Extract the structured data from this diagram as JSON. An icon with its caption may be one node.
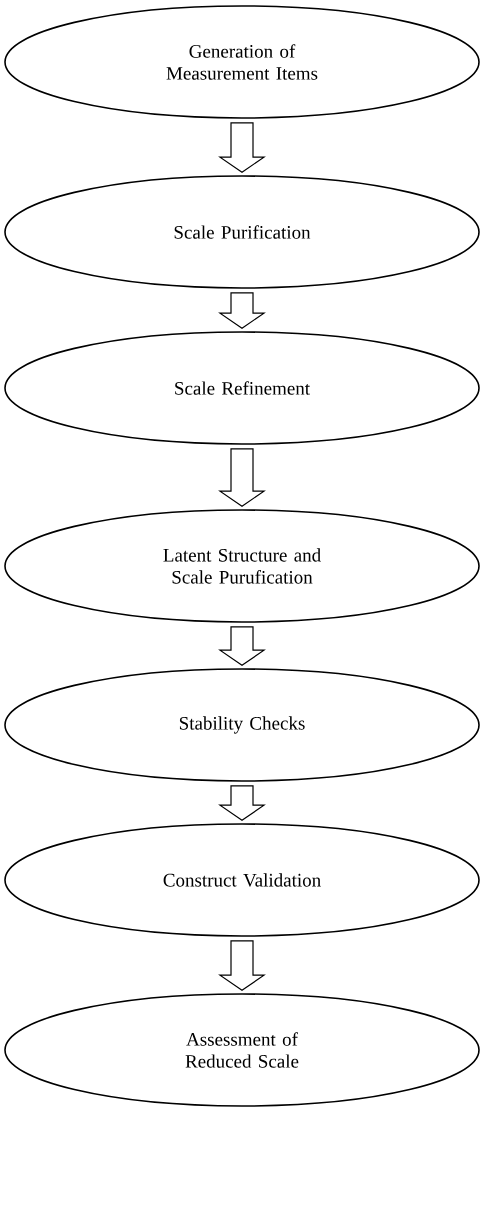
{
  "diagram": {
    "nodes": [
      {
        "text": [
          "Generation of Measurement Items"
        ]
      },
      {
        "text": [
          "Scale Purification"
        ]
      },
      {
        "text": [
          "Scale Refinement"
        ]
      },
      {
        "text": [
          "Latent Structure and Scale Purufication"
        ]
      },
      {
        "text": [
          "Stability Checks"
        ]
      },
      {
        "text": [
          "Construct Validation"
        ]
      },
      {
        "text": [
          "Assessment of Reduced Scale"
        ]
      }
    ],
    "edges": [
      {
        "from": 0,
        "to": 1,
        "arrow": "to"
      },
      {
        "from": 1,
        "to": 2,
        "arrow": "to"
      },
      {
        "from": 2,
        "to": 3,
        "arrow": "to"
      },
      {
        "from": 3,
        "to": 4,
        "arrow": "to"
      },
      {
        "from": 4,
        "to": 5,
        "arrow": "to"
      },
      {
        "from": 5,
        "to": 6,
        "arrow": "to"
      }
    ]
  }
}
